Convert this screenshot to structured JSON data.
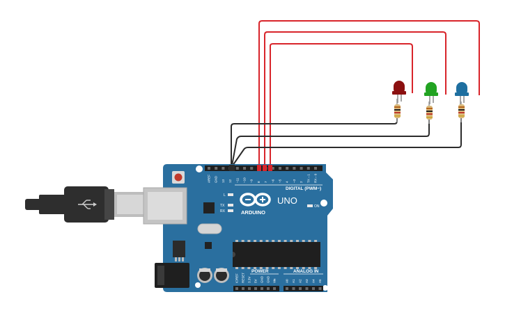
{
  "canvas": {
    "background": "#ffffff"
  },
  "board": {
    "name": "Arduino Uno",
    "brand": "ARDUINO",
    "model": "UNO",
    "color": "#2a6f9f",
    "digital_header_label": "DIGITAL (PWM~)",
    "power_header_label": "POWER",
    "analog_header_label": "ANALOG IN",
    "on_label": "ON",
    "l_label": "L",
    "tx_label": "TX",
    "rx_label": "RX",
    "digital_pins": [
      "AREF",
      "GND",
      "13",
      "12",
      "~11",
      "~10",
      "~9",
      "8",
      "7",
      "~6",
      "~5",
      "4",
      "~3",
      "2",
      "TX→1",
      "RX←0"
    ],
    "power_pins": [
      "IOREF",
      "RESET",
      "3.3V",
      "5V",
      "GND",
      "GND",
      "Vin"
    ],
    "analog_pins": [
      "A0",
      "A1",
      "A2",
      "A3",
      "A4",
      "A5"
    ]
  },
  "components": {
    "leds": [
      {
        "name": "red LED",
        "color": "#8b1010"
      },
      {
        "name": "green LED",
        "color": "#22a322"
      },
      {
        "name": "blue LED",
        "color": "#1e6fa0"
      }
    ],
    "resistor_color": "#d9b87a",
    "usb_cable_color": "#2e2e2e"
  },
  "wires": {
    "signal_color": "#d8242a",
    "ground_color": "#2b2b2b"
  }
}
